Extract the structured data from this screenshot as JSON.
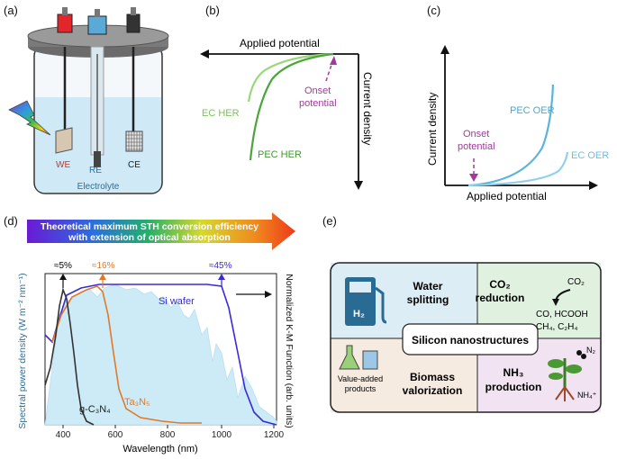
{
  "panels": {
    "a": {
      "label": "(a)",
      "electrodes": [
        "WE",
        "RE",
        "CE"
      ],
      "electrolyte": "Electrolyte",
      "colors": {
        "we_cap": "#e3262b",
        "re_cap": "#5aa9d6",
        "ce_cap": "#333333",
        "electrolyte": "#cfe9f6",
        "we_text": "#c0392b",
        "re_text": "#2c6e98"
      }
    },
    "b": {
      "label": "(b)",
      "x_axis": "Applied potential",
      "y_axis": "Current density",
      "curves": [
        "EC HER",
        "PEC HER"
      ],
      "annotation": [
        "Onset",
        "potential"
      ],
      "colors": {
        "ec": "#9bd67a",
        "pec": "#4aa63a",
        "onset": "#a23a9c"
      }
    },
    "c": {
      "label": "(c)",
      "x_axis": "Applied potential",
      "y_axis": "Current density",
      "curves": [
        "PEC OER",
        "EC OER"
      ],
      "annotation": [
        "Onset",
        "potential"
      ],
      "colors": {
        "pec": "#5ab4dc",
        "ec": "#8fd0ec",
        "onset": "#a23a9c"
      }
    },
    "d": {
      "label": "(d)",
      "banner": [
        "Theoretical maximum STH conversion efficiency",
        "with extension of optical absorption"
      ],
      "markers": [
        "≈5%",
        "≈16%",
        "≈45%"
      ],
      "y_left": "Spectral power density (W m⁻² nm⁻¹)",
      "y_right": "Normalized K-M Function (arb. units)",
      "x_axis": "Wavelength (nm)",
      "x_ticks": [
        "400",
        "600",
        "800",
        "1000",
        "1200"
      ],
      "series": [
        "Si wafer",
        "Ta₃N₅",
        "g-C₃N₄"
      ],
      "colors": {
        "si": "#3a2ad9",
        "ta": "#e07a28",
        "gcn": "#333333",
        "spectrum": "#cdeaf7"
      }
    },
    "e": {
      "label": "(e)",
      "center": "Silicon nanostructures",
      "quadrants": {
        "water": {
          "line1": "Water",
          "line2": "splitting",
          "icon_text": "H₂"
        },
        "co2": {
          "title": "CO₂",
          "title2": "reduction",
          "reactant": "CO₂",
          "products1": "CO, HCOOH",
          "products2": "CH₄, C₂H₄"
        },
        "biomass": {
          "line1": "Biomass",
          "line2": "valorization",
          "icon_text1": "Value-added",
          "icon_text2": "products"
        },
        "nh3": {
          "title": "NH₃",
          "title2": "production",
          "n2": "N₂",
          "nh4": "NH₄⁺"
        }
      },
      "colors": {
        "water": "#dcedf6",
        "co2": "#e1f1df",
        "biomass": "#f6ebe1",
        "nh3": "#f1e3f2"
      }
    }
  }
}
